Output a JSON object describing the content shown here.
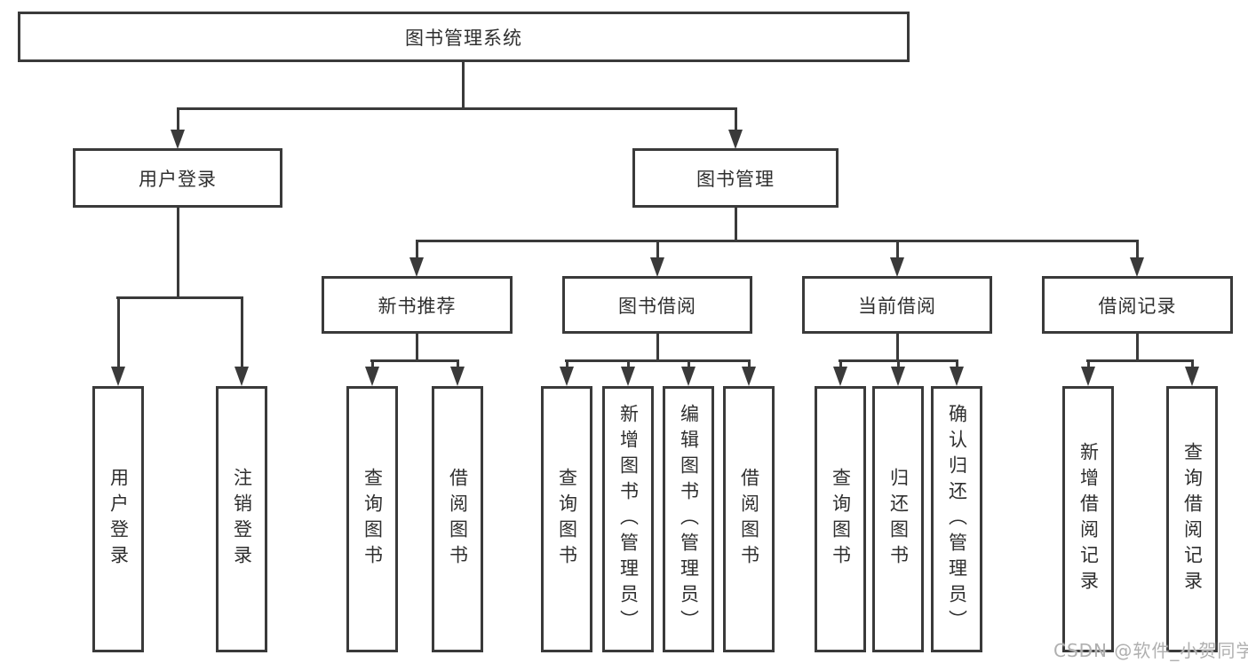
{
  "diagram": {
    "root": {
      "label": "图书管理系统"
    },
    "level2": [
      {
        "label": "用户登录",
        "leaves": [
          {
            "label": "用户登录"
          },
          {
            "label": "注销登录"
          }
        ]
      },
      {
        "label": "图书管理",
        "groups": [
          {
            "label": "新书推荐",
            "leaves": [
              {
                "label": "查询图书"
              },
              {
                "label": "借阅图书"
              }
            ]
          },
          {
            "label": "图书借阅",
            "leaves": [
              {
                "label": "查询图书"
              },
              {
                "label": "新增图书（管理员）"
              },
              {
                "label": "编辑图书（管理员）"
              },
              {
                "label": "借阅图书"
              }
            ]
          },
          {
            "label": "当前借阅",
            "leaves": [
              {
                "label": "查询图书"
              },
              {
                "label": "归还图书"
              },
              {
                "label": "确认归还（管理员）"
              }
            ]
          },
          {
            "label": "借阅记录",
            "leaves": [
              {
                "label": "新增借阅记录"
              },
              {
                "label": "查询借阅记录"
              }
            ]
          }
        ]
      }
    ]
  },
  "watermark": {
    "text": "CSDN @软件_小贺同学"
  },
  "colors": {
    "line": "#3a3a3a",
    "box_border": "#3a3a3a",
    "label_text": "#2f2f2f",
    "watermark_text": "#b0b0b0",
    "background": "#ffffff"
  }
}
